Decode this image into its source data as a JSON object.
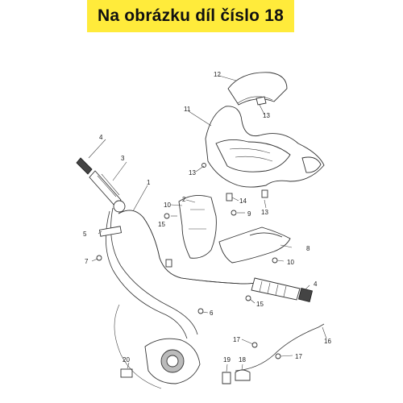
{
  "banner": {
    "text": "Na obrázku díl číslo 18",
    "color": "#ffeb3b"
  },
  "callouts": [
    "1",
    "2",
    "3",
    "4",
    "4",
    "5",
    "6",
    "7",
    "8",
    "9",
    "10",
    "10",
    "11",
    "12",
    "13",
    "13",
    "13",
    "14",
    "15",
    "15",
    "16",
    "17",
    "17",
    "18",
    "19",
    "20"
  ]
}
